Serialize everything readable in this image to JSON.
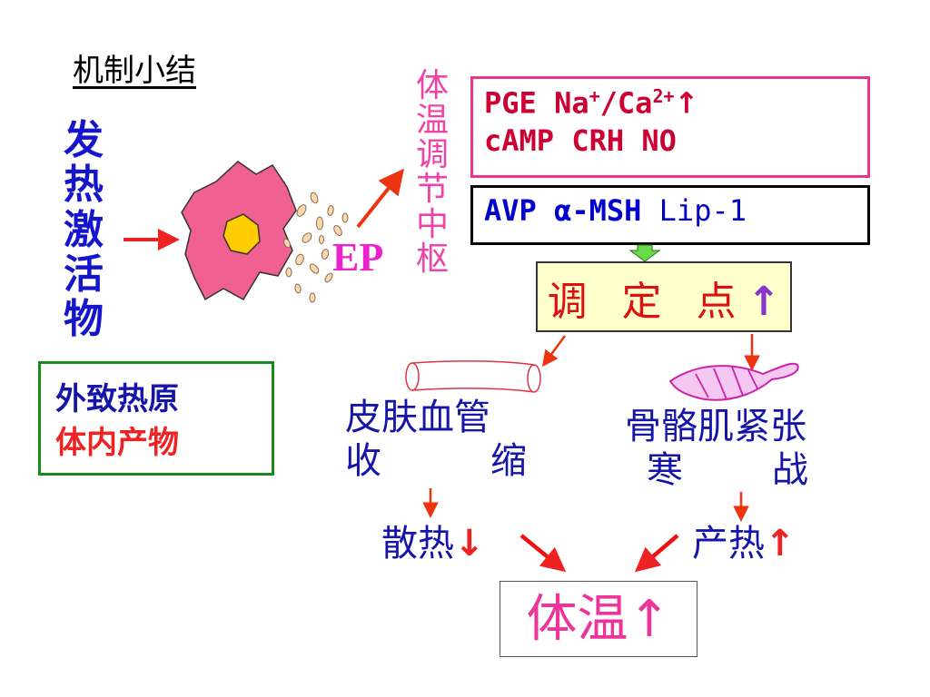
{
  "title": "机制小结",
  "pyrogen_activator": "发热激活物",
  "sources": {
    "exogenous": "外致热原",
    "endogenous": "体内产物"
  },
  "ep_label": "EP",
  "center_label": "体温调节中枢",
  "mediators_positive": {
    "line1": "PGE Na+/Ca2+↑",
    "line2": "cAMP  CRH NO"
  },
  "mediators_negative": {
    "avp": "AVP ",
    "msh": "α-MSH",
    "lip": " Lip-1"
  },
  "set_point": {
    "label": "调 定 点",
    "arrow": "↑"
  },
  "vessel": {
    "line1": "皮肤血管",
    "line2_left": "收",
    "line2_right": "缩"
  },
  "muscle": {
    "line1": "骨骼肌紧张",
    "line2_left": "寒",
    "line2_right": "战"
  },
  "heat_loss": {
    "label": "散热",
    "arrow": "↓"
  },
  "heat_gain": {
    "label": "产热",
    "arrow": "↑"
  },
  "body_temp": {
    "label": "体温",
    "arrow": "↑"
  },
  "colors": {
    "blue": "#1515cc",
    "pink": "#ee3399",
    "red": "#ee2222",
    "green": "#1a8a1a"
  }
}
